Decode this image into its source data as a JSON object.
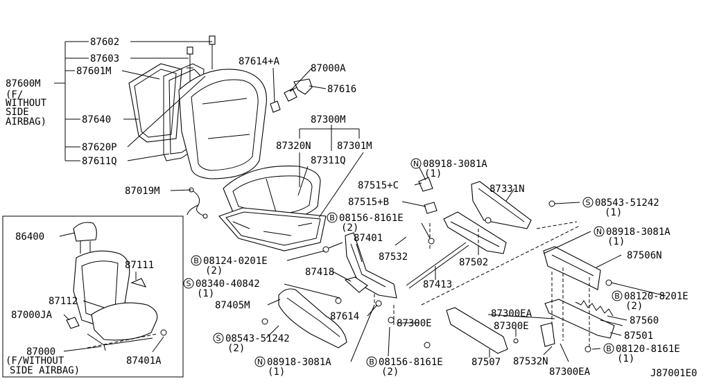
{
  "diagram": {
    "labels": {
      "p87602": "87602",
      "p87603": "87603",
      "p87601M": "87601M",
      "p87600M": "87600M",
      "p87600M_note": [
        "(F/",
        "WITHOUT",
        "SIDE",
        "AIRBAG)"
      ],
      "p87640": "87640",
      "p87620P": "87620P",
      "p87611Q": "87611Q",
      "p87614A": "87614+A",
      "p87000A": "87000A",
      "p87616": "87616",
      "p87300M": "87300M",
      "p87320N": "87320N",
      "p87301M": "87301M",
      "p87311Q": "87311Q",
      "p87019M": "87019M",
      "p08918_top": "08918-3081A",
      "p08918_top_qty": "(1)",
      "p87515C": "87515+C",
      "p87515B": "87515+B",
      "p87331N": "87331N",
      "p08543_top": "08543-51242",
      "p08543_top_qty": "(1)",
      "p08156_top": "08156-8161E",
      "p08156_top_qty": "(2)",
      "p08918_mid": "08918-3081A",
      "p08918_mid_qty": "(1)",
      "p87401": "87401",
      "p87532": "87532",
      "p87502": "87502",
      "p08124": "08124-0201E",
      "p08124_qty": "(2)",
      "p87506N": "87506N",
      "p87418": "87418",
      "p87413": "87413",
      "p08340": "08340-40842",
      "p08340_qty": "(1)",
      "p08120_top": "08120-8201E",
      "p08120_top_qty": "(2)",
      "p87405M": "87405M",
      "p87614": "87614",
      "p87300EA_top": "87300EA",
      "p87560": "87560",
      "p87300E_left": "87300E",
      "p87300E_right": "87300E",
      "p87501": "87501",
      "p08543_bot": "08543-51242",
      "p08543_bot_qty": "(2)",
      "p08120_bot": "08120-8161E",
      "p08120_bot_qty": "(1)",
      "p87532N": "87532N",
      "p08918_bot": "08918-3081A",
      "p08918_bot_qty": "(1)",
      "p08156_bot": "08156-8161E",
      "p08156_bot_qty": "(2)",
      "p87507": "87507",
      "p87300EA_bot": "87300EA",
      "p86400": "86400",
      "p87111": "87111",
      "p87112": "87112",
      "p87000JA": "87000JA",
      "p87000": "87000",
      "p87000_note1": "(F/WITHOUT",
      "p87000_note2": "SIDE AIRBAG)",
      "p87401A": "87401A",
      "diagram_code": "J87001E0"
    },
    "prefixes": {
      "N": "N",
      "S": "S",
      "B": "B"
    }
  }
}
